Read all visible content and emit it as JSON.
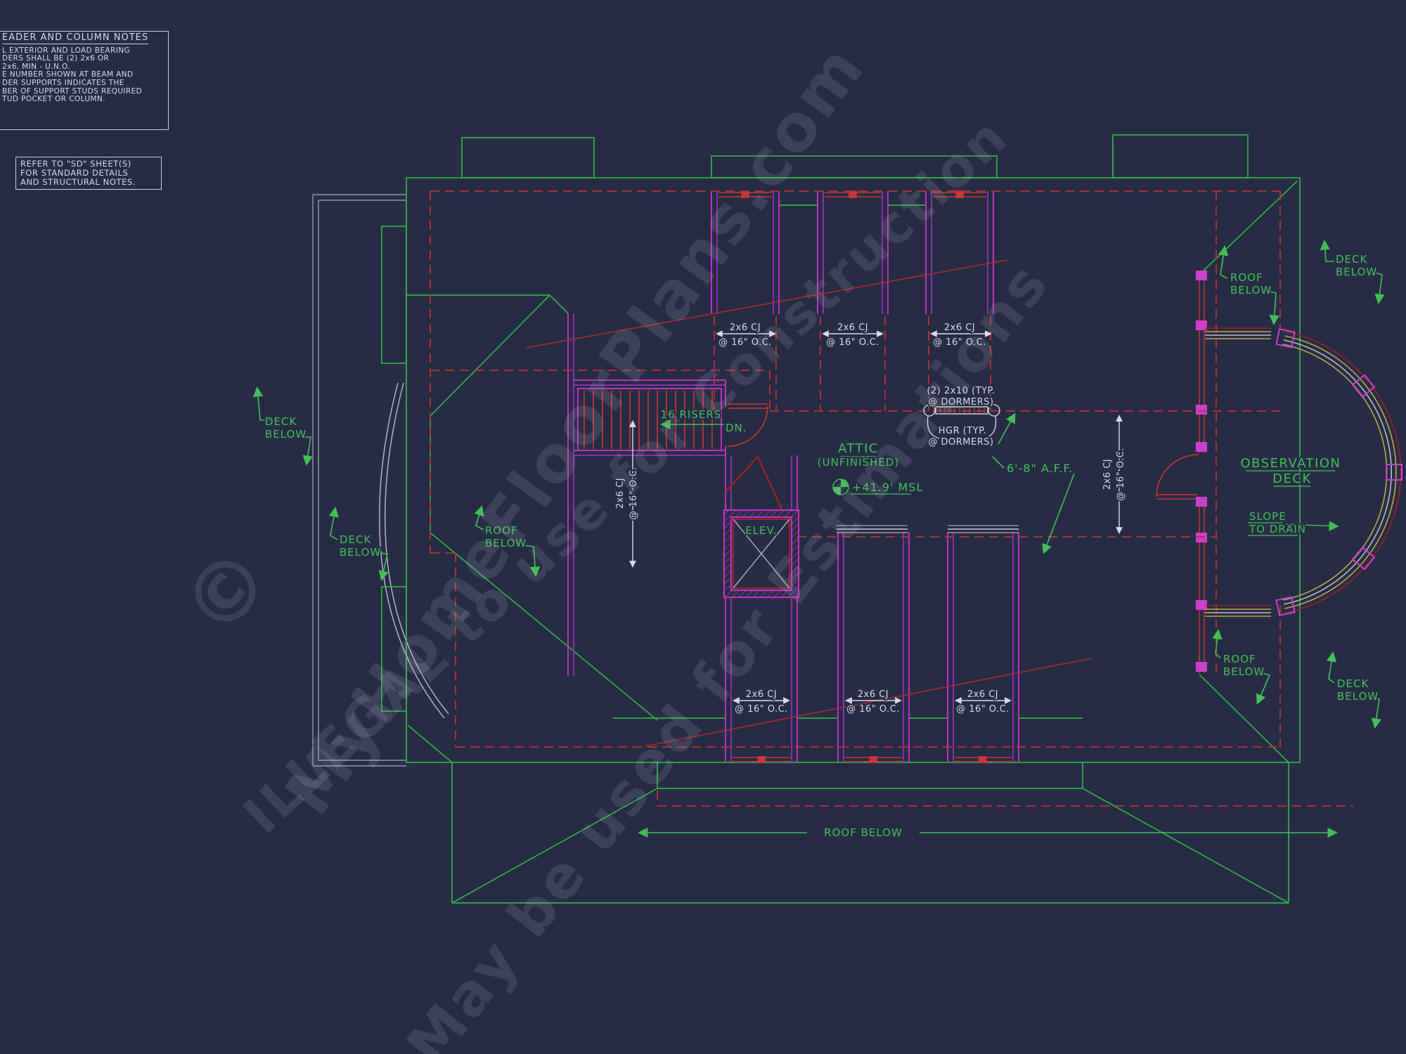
{
  "header_notes": {
    "title": "EADER AND COLUMN NOTES",
    "lines": [
      "L EXTERIOR AND LOAD BEARING",
      "DERS SHALL BE (2) 2x6  OR",
      "2x6, MIN - U.N.O.",
      "E NUMBER SHOWN AT BEAM AND",
      "DER SUPPORTS INDICATES THE",
      "BER OF SUPPORT STUDS REQUIRED",
      "TUD POCKET OR COLUMN."
    ]
  },
  "reference_note": {
    "lines": [
      "REFER TO \"SD\" SHEET(S)",
      "FOR STANDARD DETAILS",
      "AND STRUCTURAL NOTES."
    ]
  },
  "watermark": {
    "copyright": "©",
    "line1": "MyHomeFloorPlans.com",
    "line2": "ILLEGAL to use for Construction",
    "line3": "May be used for Estimations"
  },
  "room_labels": {
    "attic": "ATTIC",
    "attic_status": "(UNFINISHED)",
    "attic_elevation": "+41.9' MSL",
    "elevator": "ELEV.",
    "observation_deck_line1": "OBSERVATION",
    "observation_deck_line2": "DECK"
  },
  "stairs": {
    "risers": "16 RISERS",
    "direction": "DN."
  },
  "joist_label": {
    "line1": "2x6 CJ",
    "line2": "@ 16\" O.C."
  },
  "dormer_beam": {
    "line1": "(2) 2x10 (TYP.",
    "line2": "@ DORMERS)"
  },
  "dormer_hanger": {
    "line1": "HGR (TYP.",
    "line2": "@ DORMERS)"
  },
  "height_note": "6'-8\" A.F.F.",
  "annotations": {
    "roof_below": "ROOF BELOW",
    "roof_below_line1": "ROOF",
    "roof_below_line2": "BELOW",
    "deck_below_line1": "DECK",
    "deck_below_line2": "BELOW",
    "slope_line1": "SLOPE",
    "slope_line2": "TO DRAIN"
  },
  "colors": {
    "background": "#272c46",
    "roof_green": "#2db344",
    "text_green": "#3ec153",
    "wall_magenta": "#bf2fbf",
    "dashed_red": "#bf3030",
    "text_white": "#d6dbe7"
  }
}
